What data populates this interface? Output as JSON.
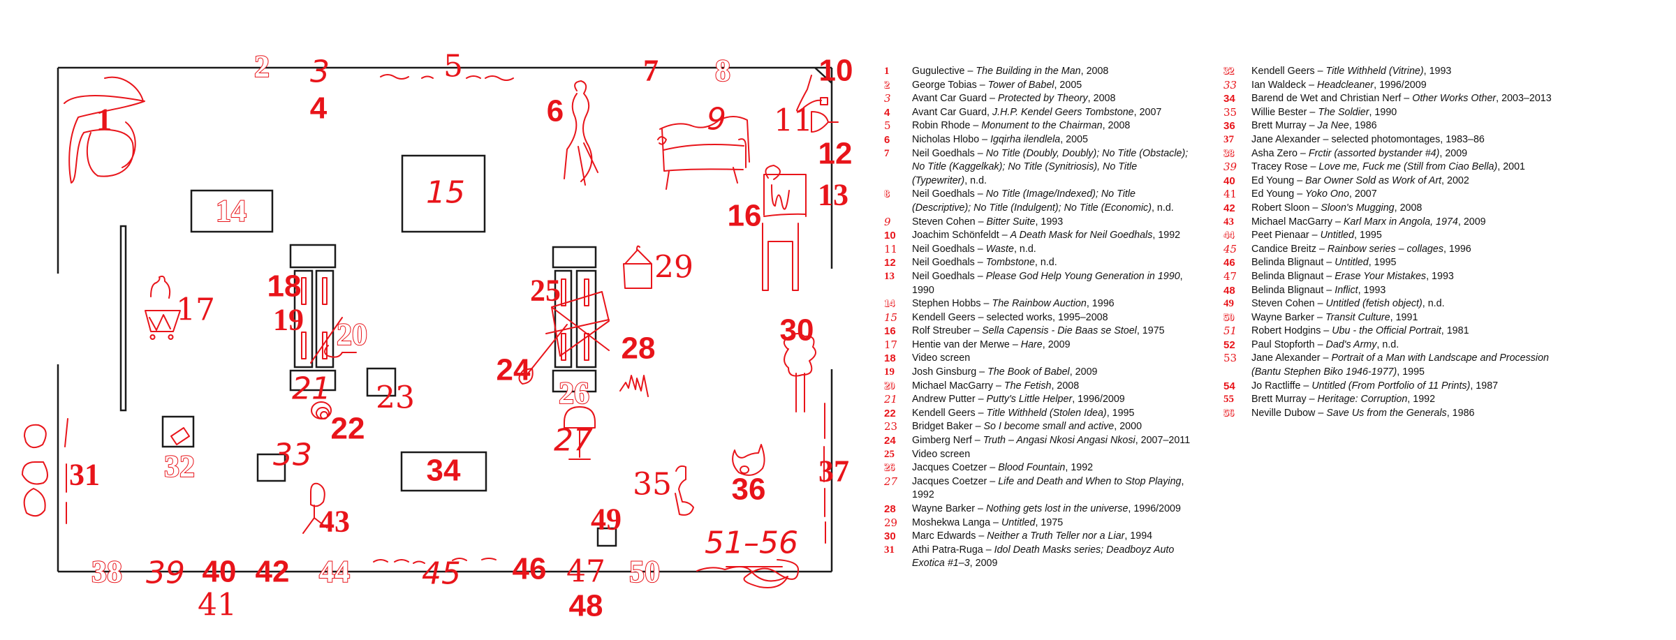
{
  "colors": {
    "accent": "#e8141a",
    "wall": "#1a1a1a"
  },
  "floorplan": {
    "labels": [
      "1",
      "2",
      "3",
      "4",
      "5",
      "6",
      "7",
      "8",
      "9",
      "10",
      "11",
      "12",
      "13",
      "14",
      "15",
      "16",
      "17",
      "18",
      "19",
      "20",
      "21",
      "22",
      "23",
      "24",
      "25",
      "26",
      "27",
      "28",
      "29",
      "30",
      "31",
      "32",
      "33",
      "34",
      "35",
      "36",
      "37",
      "38",
      "39",
      "40",
      "41",
      "42",
      "43",
      "44",
      "45",
      "46",
      "47",
      "48",
      "49",
      "50",
      "51–56"
    ]
  },
  "legend": {
    "left": [
      {
        "n": "1",
        "a": "Gugulective – ",
        "t": "The Building in the Man",
        "y": ", 2008"
      },
      {
        "n": "2",
        "a": "George Tobias – ",
        "t": "Tower of Babel",
        "y": ", 2005"
      },
      {
        "n": "3",
        "a": "Avant Car Guard – ",
        "t": "Protected by Theory",
        "y": ", 2008"
      },
      {
        "n": "4",
        "a": "Avant Car Guard, ",
        "t": "J.H.P. Kendel Geers Tombstone",
        "y": ", 2007"
      },
      {
        "n": "5",
        "a": "Robin Rhode – ",
        "t": "Monument to the Chairman",
        "y": ", 2008"
      },
      {
        "n": "6",
        "a": "Nicholas Hlobo – ",
        "t": "Igqirha ilendlela",
        "y": ", 2005"
      },
      {
        "n": "7",
        "a": "Neil Goedhals – ",
        "t": "No Title (Doubly, Doubly); No Title (Obstacle); No Title (Kaggelkak); No Title (Synitriosis), No Title (Typewriter)",
        "y": ", n.d."
      },
      {
        "n": "8",
        "a": "Neil Goedhals – ",
        "t": "No Title (Image/Indexed); No Title (Descriptive); No Title (Indulgent); No Title (Economic)",
        "y": ", n.d."
      },
      {
        "n": "9",
        "a": "Steven Cohen – ",
        "t": "Bitter Suite",
        "y": ", 1993"
      },
      {
        "n": "10",
        "a": "Joachim Schönfeldt – ",
        "t": "A Death Mask for Neil Goedhals",
        "y": ", 1992"
      },
      {
        "n": "11",
        "a": "Neil Goedhals – ",
        "t": "Waste",
        "y": ", n.d."
      },
      {
        "n": "12",
        "a": "Neil Goedhals – ",
        "t": "Tombstone",
        "y": ", n.d."
      },
      {
        "n": "13",
        "a": "Neil Goedhals – ",
        "t": "Please God Help Young Generation in 1990",
        "y": ", 1990"
      },
      {
        "n": "14",
        "a": "Stephen Hobbs – ",
        "t": "The Rainbow Auction",
        "y": ", 1996"
      },
      {
        "n": "15",
        "a": "Kendell Geers – selected works, 1995–2008",
        "t": "",
        "y": ""
      },
      {
        "n": "16",
        "a": "Rolf Streuber – ",
        "t": "Sella Capensis - Die Baas se Stoel",
        "y": ", 1975"
      },
      {
        "n": "17",
        "a": "Hentie van der Merwe – ",
        "t": "Hare",
        "y": ", 2009"
      },
      {
        "n": "18",
        "a": "Video screen",
        "t": "",
        "y": ""
      },
      {
        "n": "19",
        "a": "Josh Ginsburg – ",
        "t": "The Book of Babel",
        "y": ", 2009"
      },
      {
        "n": "20",
        "a": "Michael MacGarry – ",
        "t": "The Fetish",
        "y": ", 2008"
      },
      {
        "n": "21",
        "a": "Andrew Putter – ",
        "t": "Putty's Little Helper",
        "y": ", 1996/2009"
      },
      {
        "n": "22",
        "a": "Kendell Geers – ",
        "t": "Title Withheld (Stolen Idea)",
        "y": ", 1995"
      },
      {
        "n": "23",
        "a": "Bridget Baker – ",
        "t": "So I become small and active",
        "y": ", 2000"
      },
      {
        "n": "24",
        "a": "Gimberg Nerf – ",
        "t": "Truth – Angasi Nkosi Angasi Nkosi",
        "y": ", 2007–2011"
      },
      {
        "n": "25",
        "a": "Video screen",
        "t": "",
        "y": ""
      },
      {
        "n": "26",
        "a": "Jacques Coetzer – ",
        "t": "Blood Fountain",
        "y": ", 1992"
      },
      {
        "n": "27",
        "a": "Jacques Coetzer – ",
        "t": "Life and Death and When to Stop Playing",
        "y": ", 1992"
      },
      {
        "n": "28",
        "a": "Wayne Barker – ",
        "t": "Nothing gets lost in the universe",
        "y": ", 1996/2009"
      },
      {
        "n": "29",
        "a": "Moshekwa Langa – ",
        "t": "Untitled",
        "y": ", 1975"
      },
      {
        "n": "30",
        "a": "Marc Edwards – ",
        "t": "Neither a Truth Teller nor a Liar",
        "y": ", 1994"
      },
      {
        "n": "31",
        "a": "Athi Patra-Ruga – ",
        "t": "Idol Death Masks series; Deadboyz Auto Exotica #1–3",
        "y": ", 2009"
      }
    ],
    "right": [
      {
        "n": "32",
        "a": "Kendell Geers – ",
        "t": "Title Withheld (Vitrine)",
        "y": ", 1993"
      },
      {
        "n": "33",
        "a": "Ian Waldeck – ",
        "t": "Headcleaner",
        "y": ", 1996/2009"
      },
      {
        "n": "34",
        "a": "Barend de Wet and Christian Nerf – ",
        "t": "Other Works Other",
        "y": ", 2003–2013"
      },
      {
        "n": "35",
        "a": "Willie Bester – ",
        "t": "The Soldier",
        "y": ", 1990"
      },
      {
        "n": "36",
        "a": "Brett Murray – ",
        "t": "Ja Nee",
        "y": ", 1986"
      },
      {
        "n": "37",
        "a": "Jane Alexander – selected photomontages, 1983–86",
        "t": "",
        "y": ""
      },
      {
        "n": "38",
        "a": "Asha Zero – ",
        "t": "Frctir (assorted bystander #4)",
        "y": ", 2009"
      },
      {
        "n": "39",
        "a": "Tracey Rose – ",
        "t": "Love me, Fuck me (Still from Ciao Bella)",
        "y": ", 2001"
      },
      {
        "n": "40",
        "a": "Ed Young – ",
        "t": "Bar Owner Sold as Work of Art",
        "y": ", 2002"
      },
      {
        "n": "41",
        "a": "Ed Young – ",
        "t": "Yoko Ono",
        "y": ", 2007"
      },
      {
        "n": "42",
        "a": "Robert Sloon – ",
        "t": "Sloon's Mugging",
        "y": ", 2008"
      },
      {
        "n": "43",
        "a": "Michael MacGarry – ",
        "t": "Karl Marx in Angola, 1974",
        "y": ", 2009"
      },
      {
        "n": "44",
        "a": "Peet Pienaar – ",
        "t": "Untitled",
        "y": ", 1995"
      },
      {
        "n": "45",
        "a": "Candice Breitz – ",
        "t": "Rainbow series – collages",
        "y": ", 1996"
      },
      {
        "n": "46",
        "a": "Belinda Blignaut – ",
        "t": "Untitled",
        "y": ", 1995"
      },
      {
        "n": "47",
        "a": "Belinda Blignaut – ",
        "t": "Erase Your Mistakes",
        "y": ", 1993"
      },
      {
        "n": "48",
        "a": "Belinda Blignaut – ",
        "t": "Inflict",
        "y": ", 1993"
      },
      {
        "n": "49",
        "a": "Steven Cohen – ",
        "t": "Untitled (fetish object)",
        "y": ", n.d."
      },
      {
        "n": "50",
        "a": "Wayne Barker – ",
        "t": "Transit Culture",
        "y": ", 1991"
      },
      {
        "n": "51",
        "a": "Robert Hodgins – ",
        "t": "Ubu - the Official Portrait",
        "y": ", 1981"
      },
      {
        "n": "52",
        "a": "Paul Stopforth – ",
        "t": "Dad's Army",
        "y": ", n.d."
      },
      {
        "n": "53",
        "a": "Jane Alexander – ",
        "t": "Portrait of a Man with Landscape and Procession (Bantu Stephen Biko 1946-1977)",
        "y": ", 1995"
      },
      {
        "n": "54",
        "a": "Jo Ractliffe – ",
        "t": "Untitled (From Portfolio of 11 Prints)",
        "y": ", 1987"
      },
      {
        "n": "55",
        "a": "Brett Murray – ",
        "t": "Heritage: Corruption",
        "y": ", 1992"
      },
      {
        "n": "56",
        "a": "Neville Dubow – ",
        "t": "Save Us from the Generals",
        "y": ", 1986"
      }
    ]
  }
}
